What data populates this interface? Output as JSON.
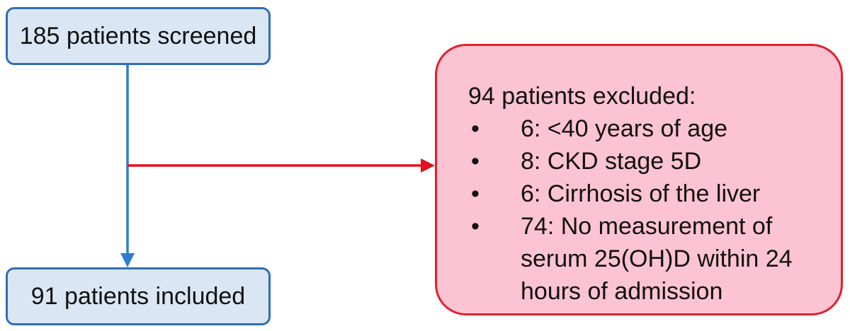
{
  "screened": {
    "label": "185 patients screened"
  },
  "included": {
    "label": "91 patients included"
  },
  "excluded": {
    "title": "94 patients excluded:",
    "items": [
      {
        "bullet": "•",
        "text": "6: <40 years of age"
      },
      {
        "bullet": "•",
        "text": "8: CKD stage 5D"
      },
      {
        "bullet": "•",
        "text": "6: Cirrhosis of the liver"
      },
      {
        "bullet": "•",
        "text": "74: No measurement of serum 25(OH)D within 24 hours of admission"
      }
    ]
  },
  "colors": {
    "included_box_border": "#2f6fb3",
    "included_box_fill": "#dbe6f4",
    "excluded_box_border": "#e0202e",
    "excluded_box_fill": "#fcc3d2",
    "main_arrow": "#2f7ccc",
    "exclusion_arrow": "#e0101e"
  }
}
